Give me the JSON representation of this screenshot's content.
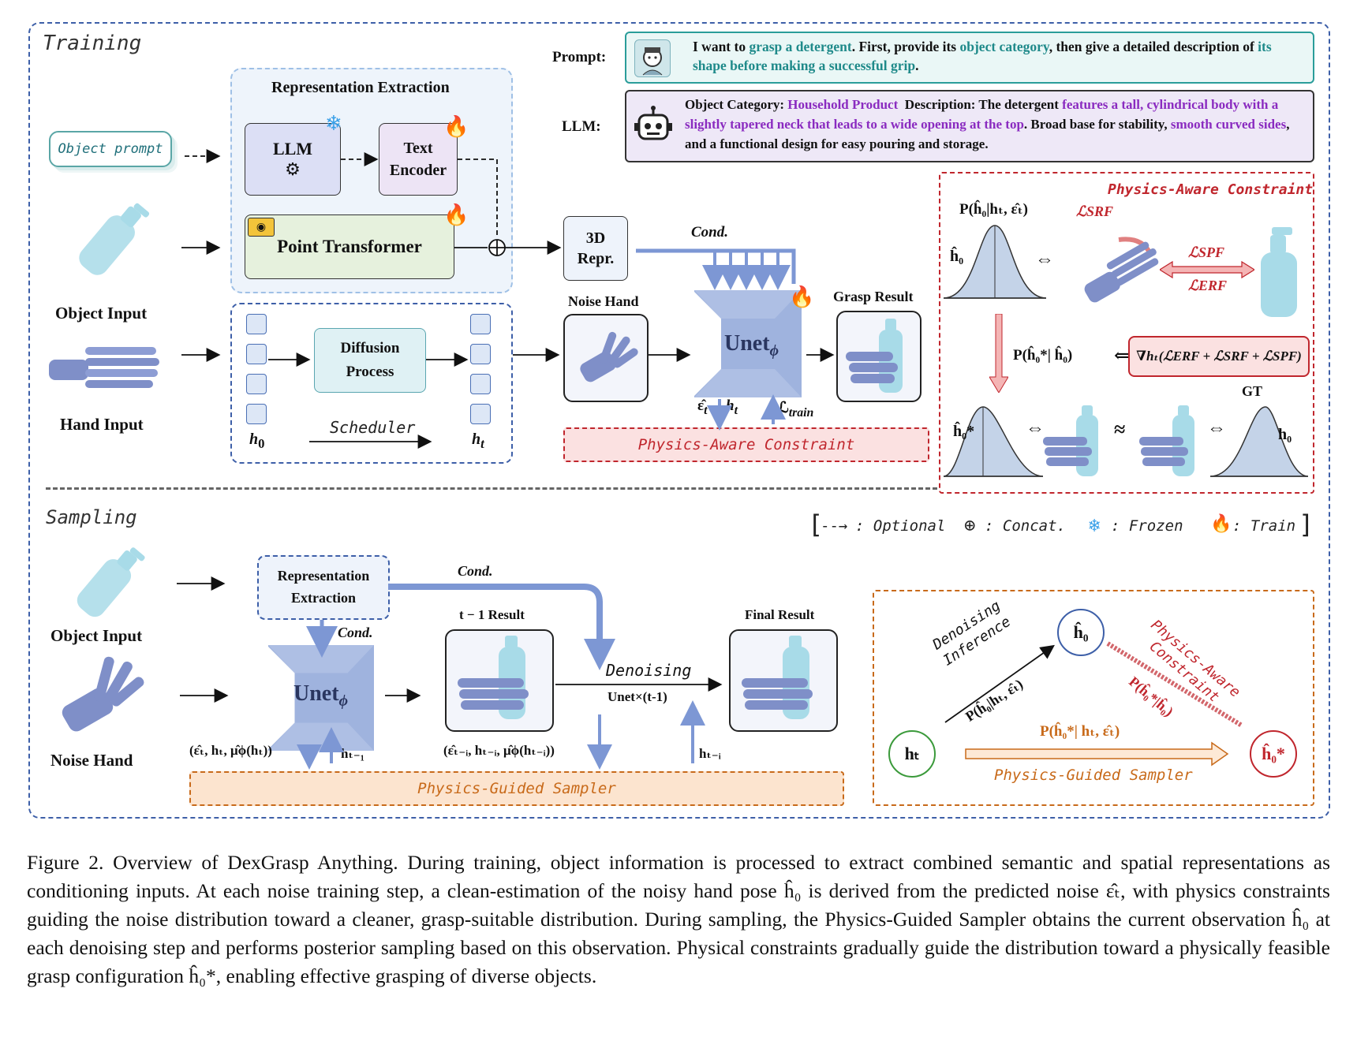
{
  "training": {
    "section_title": "Training",
    "prompt_label": "Prompt:",
    "prompt_text_1": "I want to",
    "prompt_hl_1": "grasp a detergent",
    "prompt_text_2": ". First, provide its",
    "prompt_hl_2": "object category",
    "prompt_text_3": ", then give a detailed description of",
    "prompt_hl_3": "its shape before making a successful grip",
    "prompt_text_4": ".",
    "llm_label": "LLM:",
    "llm_cat_label": "Object Category:",
    "llm_cat_value": "Household Product",
    "llm_desc_label": "Description: The detergent",
    "llm_hl_1": "features a tall, cylindrical body with a slightly tapered neck that leads to a wide opening at the top",
    "llm_text_2": ". Broad base for stability,",
    "llm_hl_2": "smooth curved sides",
    "llm_text_3": ", and a functional design for easy pouring and storage.",
    "object_prompt": "Object prompt",
    "object_input": "Object Input",
    "hand_input": "Hand Input",
    "rep_extraction": "Representation Extraction",
    "llm_box": "LLM",
    "text_encoder_1": "Text",
    "text_encoder_2": "Encoder",
    "point_transformer": "Point Transformer",
    "diffusion_1": "Diffusion",
    "diffusion_2": "Process",
    "scheduler": "Scheduler",
    "h0": "h",
    "ht": "h",
    "repr_1": "3D",
    "repr_2": "Repr.",
    "cond": "Cond.",
    "noise_hand": "Noise Hand",
    "unet": "Unet",
    "unet_sub": "ϕ",
    "grasp_result": "Grasp Result",
    "eps_t": "ε̂",
    "l_train": "ℒ",
    "pac_bar": "Physics-Aware Constraint"
  },
  "physics_panel": {
    "title": "Physics-Aware Constraint",
    "posterior_top": "P(ĥ₀|hₜ, ε̂ₜ)",
    "h0hat": "ĥ₀",
    "l_srf": "ℒSRF",
    "l_spf": "ℒSPF",
    "l_erf": "ℒERF",
    "posterior_mid": "P(ĥ₀*| ĥ₀)",
    "gradient": "∇hₜ(ℒERF + ℒSRF + ℒSPF)",
    "h0star": "ĥ₀*",
    "gt": "GT",
    "h0_gt": "h₀",
    "equiv": "⇔",
    "approx": "≈",
    "arrow_left": "⟸"
  },
  "legend": {
    "optional": ": Optional",
    "concat": ": Concat.",
    "frozen": ": Frozen",
    "train": ": Train"
  },
  "sampling": {
    "section_title": "Sampling",
    "object_input": "Object Input",
    "noise_hand": "Noise Hand",
    "rep_1": "Representation",
    "rep_2": "Extraction",
    "cond_top": "Cond.",
    "cond_left": "Cond.",
    "unet": "Unet",
    "unet_sub": "ϕ",
    "t1_result": "t − 1 Result",
    "final_result": "Final Result",
    "denoising": "Denoising",
    "unet_times": "Unet×(t-1)",
    "tuple_1": "(ε̂ₜ, hₜ, μ̂ϕ(hₜ))",
    "h_t_minus_1": "hₜ₋₁",
    "tuple_2": "(ε̂ₜ₋ᵢ, hₜ₋ᵢ, μ̂ϕ(hₜ₋ᵢ))",
    "h_t_minus_i": "hₜ₋ᵢ",
    "pgs_bar": "Physics-Guided Sampler"
  },
  "sampler_panel": {
    "h0hat": "ĥ₀",
    "ht": "hₜ",
    "h0star": "ĥ₀*",
    "denoising_inference_1": "Denoising",
    "denoising_inference_2": "Inference",
    "p_inference": "P(ĥ₀|hₜ, ε̂ₜ)",
    "pac_1": "Physics-Aware",
    "pac_2": "Constraint",
    "p_constraint": "P(ĥ₀*|ĥ₀)",
    "p_sampler": "P(ĥ₀*| hₜ, ε̂ₜ)",
    "pgs": "Physics-Guided Sampler"
  },
  "caption": "Figure 2. Overview of DexGrasp Anything. During training, object information is processed to extract combined semantic and spatial representations as conditioning inputs. At each noise training step, a clean-estimation of the noisy hand pose ĥ₀ is derived from the predicted noise ε̂ₜ, with physics constraints guiding the noise distribution toward a cleaner, grasp-suitable distribution. During sampling, the Physics-Guided Sampler obtains the current observation ĥ₀ at each denoising step and performs posterior sampling based on this observation. Physical constraints gradually guide the distribution toward a physically feasible grasp configuration ĥ₀*, enabling effective grasping of diverse objects.",
  "colors": {
    "frame_blue": "#3d5fa8",
    "teal": "#1f8a8a",
    "purple": "#8a2bc0",
    "red": "#c0262d",
    "orange": "#c86a1a",
    "unet_blue": "#9fb3de",
    "bottle": "#a8dbe8",
    "hand": "#7f8fc8"
  }
}
